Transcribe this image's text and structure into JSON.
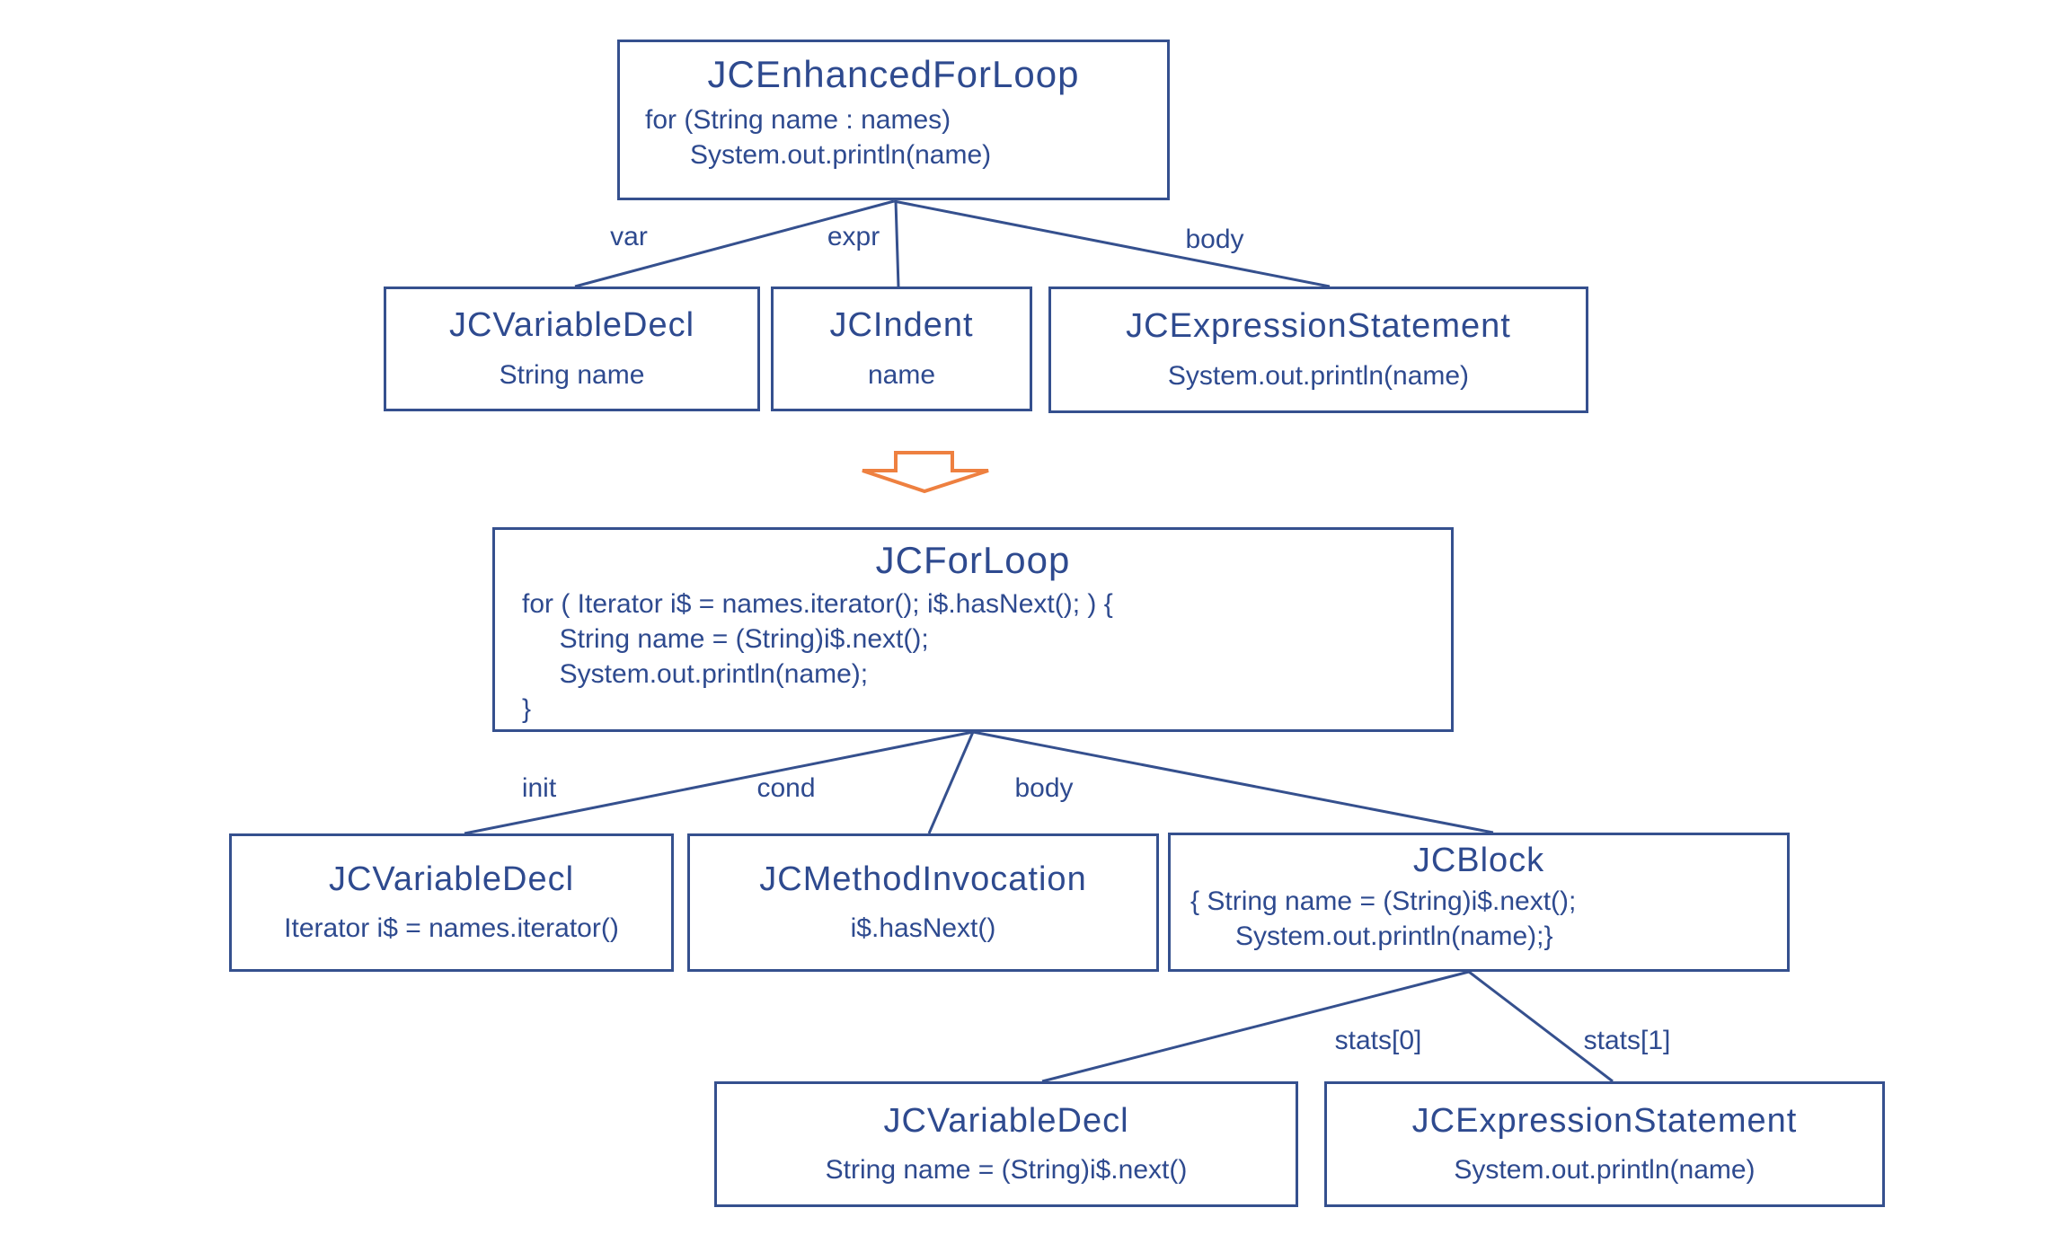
{
  "colors": {
    "ink": "#2e4a8f",
    "border": "#35508e",
    "arrow": "#ee8040",
    "bg": "#ffffff"
  },
  "before_tree": {
    "root": {
      "title": "JCEnhancedForLoop",
      "code": [
        "for (String name : names)",
        "      System.out.println(name)"
      ]
    },
    "edge_labels": [
      "var",
      "expr",
      "body"
    ],
    "children": [
      {
        "title": "JCVariableDecl",
        "code": [
          "String name"
        ]
      },
      {
        "title": "JCIndent",
        "code": [
          "name"
        ]
      },
      {
        "title": "JCExpressionStatement",
        "code": [
          "System.out.println(name)"
        ]
      }
    ]
  },
  "after_tree": {
    "root": {
      "title": "JCForLoop",
      "code": [
        "for ( Iterator i$ = names.iterator(); i$.hasNext(); ) {",
        "     String name = (String)i$.next();",
        "     System.out.println(name);",
        "}"
      ]
    },
    "edge_labels": [
      "init",
      "cond",
      "body"
    ],
    "children": [
      {
        "title": "JCVariableDecl",
        "code": [
          "Iterator i$ = names.iterator()"
        ]
      },
      {
        "title": "JCMethodInvocation",
        "code": [
          "i$.hasNext()"
        ]
      },
      {
        "title": "JCBlock",
        "code": [
          "{ String name = (String)i$.next();",
          "      System.out.println(name);}"
        ]
      }
    ],
    "block_edge_labels": [
      "stats[0]",
      "stats[1]"
    ],
    "block_children": [
      {
        "title": "JCVariableDecl",
        "code": [
          "String name = (String)i$.next()"
        ]
      },
      {
        "title": "JCExpressionStatement",
        "code": [
          "System.out.println(name)"
        ]
      }
    ]
  }
}
